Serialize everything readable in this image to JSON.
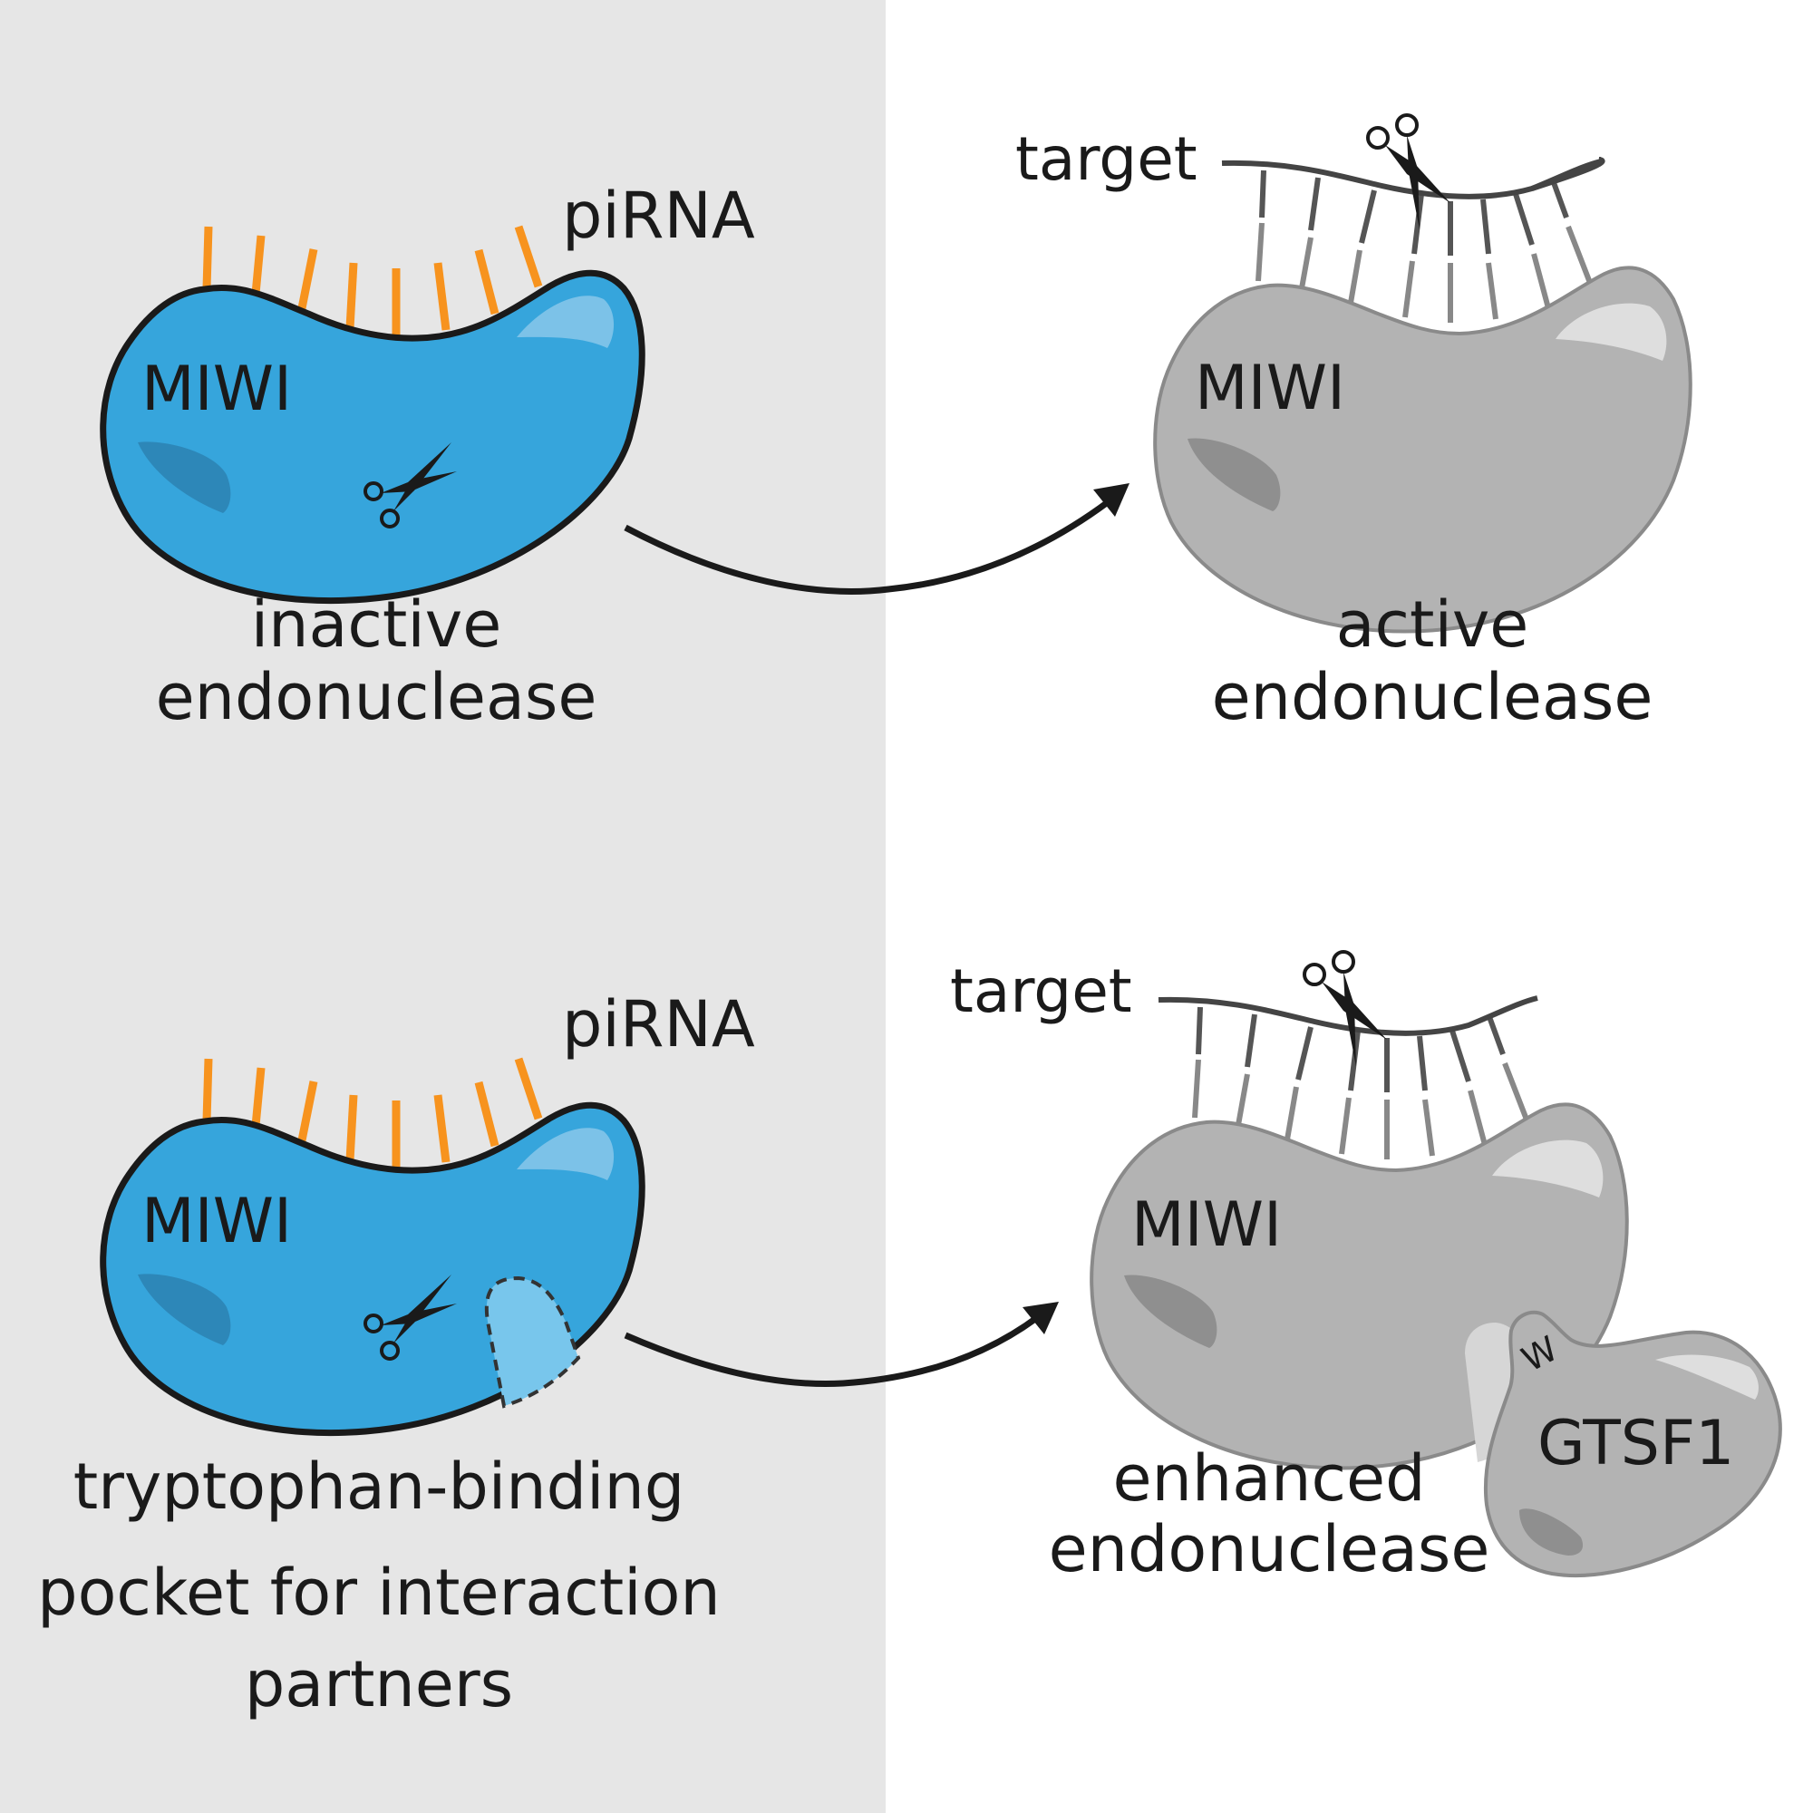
{
  "colors": {
    "left_panel_bg": "#e6e6e6",
    "right_panel_bg": "#ffffff",
    "inactive_protein_fill": "#36a5dc",
    "inactive_protein_shadow": "#2d87b8",
    "inactive_protein_highlight": "#7cc2e8",
    "pocket_fill": "#78c6ec",
    "active_protein_fill": "#b3b3b3",
    "active_protein_stroke": "#8a8a8a",
    "active_protein_shadow": "#8f8f8f",
    "active_protein_highlight": "#dedede",
    "pirna_color": "#f7931e",
    "outline_color": "#1a1a1a"
  },
  "panels": {
    "top_left": {
      "protein_label": "MIWI",
      "rna_label": "piRNA",
      "caption_lines": [
        "inactive",
        "endonuclease"
      ],
      "scissors_icon": "scissors-icon"
    },
    "top_right": {
      "protein_label": "MIWI",
      "rna_label": "target",
      "caption_lines": [
        "active",
        "endonuclease"
      ],
      "scissors_icon": "scissors-icon"
    },
    "bottom_left": {
      "protein_label": "MIWI",
      "rna_label": "piRNA",
      "caption_lines": [
        "tryptophan-binding",
        "pocket for interaction",
        "partners"
      ],
      "scissors_icon": "scissors-icon"
    },
    "bottom_right": {
      "protein_label": "MIWI",
      "rna_label": "target",
      "partner_label": "GTSF1",
      "residue_label": "W",
      "caption_lines": [
        "enhanced",
        "endonuclease"
      ],
      "scissors_icon": "scissors-icon"
    }
  },
  "arrows": [
    {
      "from": "top_left",
      "to": "top_right",
      "icon": "curved-arrow-icon"
    },
    {
      "from": "bottom_left",
      "to": "bottom_right",
      "icon": "curved-arrow-icon"
    }
  ]
}
